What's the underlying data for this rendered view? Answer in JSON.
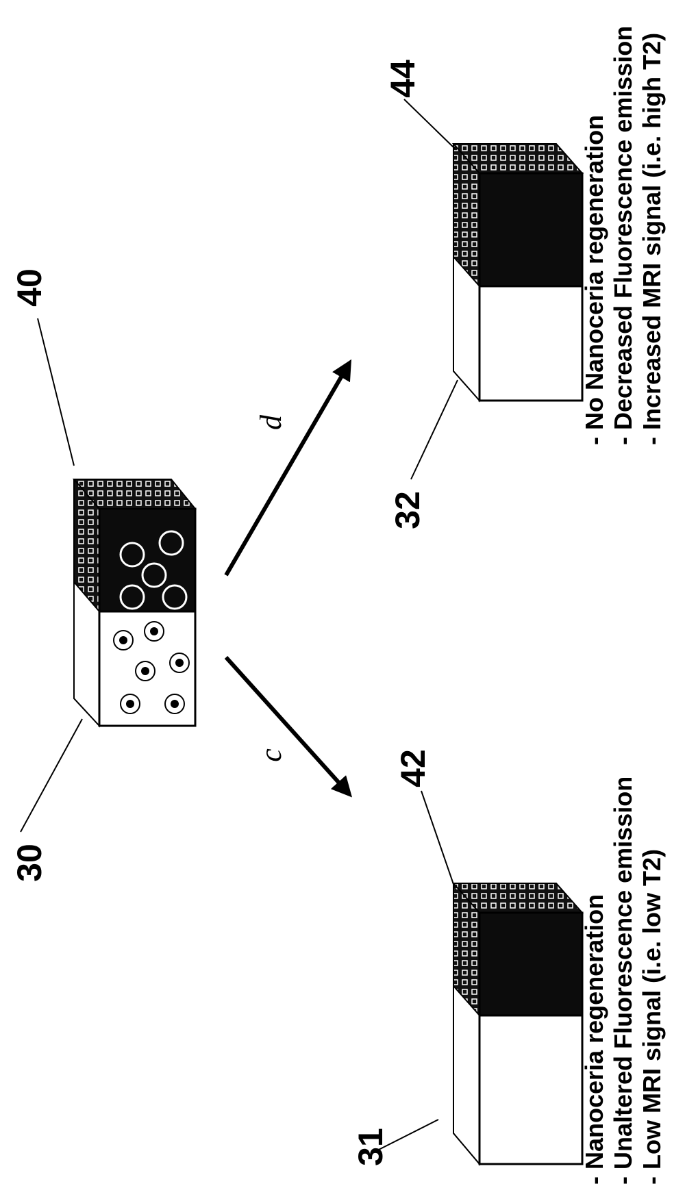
{
  "reference_numbers": {
    "ref_30": "30",
    "ref_40": "40",
    "ref_42": "42",
    "ref_44": "44",
    "ref_31": "31",
    "ref_32": "32"
  },
  "pathways": {
    "c": "c",
    "d": "d"
  },
  "captions": {
    "left": [
      "- Nanoceria regeneration",
      "- Unaltered Fluorescence emission",
      "- Low MRI signal (i.e. low T2)"
    ],
    "right": [
      "- No Nanoceria regeneration",
      "- Decreased Fluorescence emission",
      "- Increased MRI signal (i.e. high T2)"
    ]
  }
}
